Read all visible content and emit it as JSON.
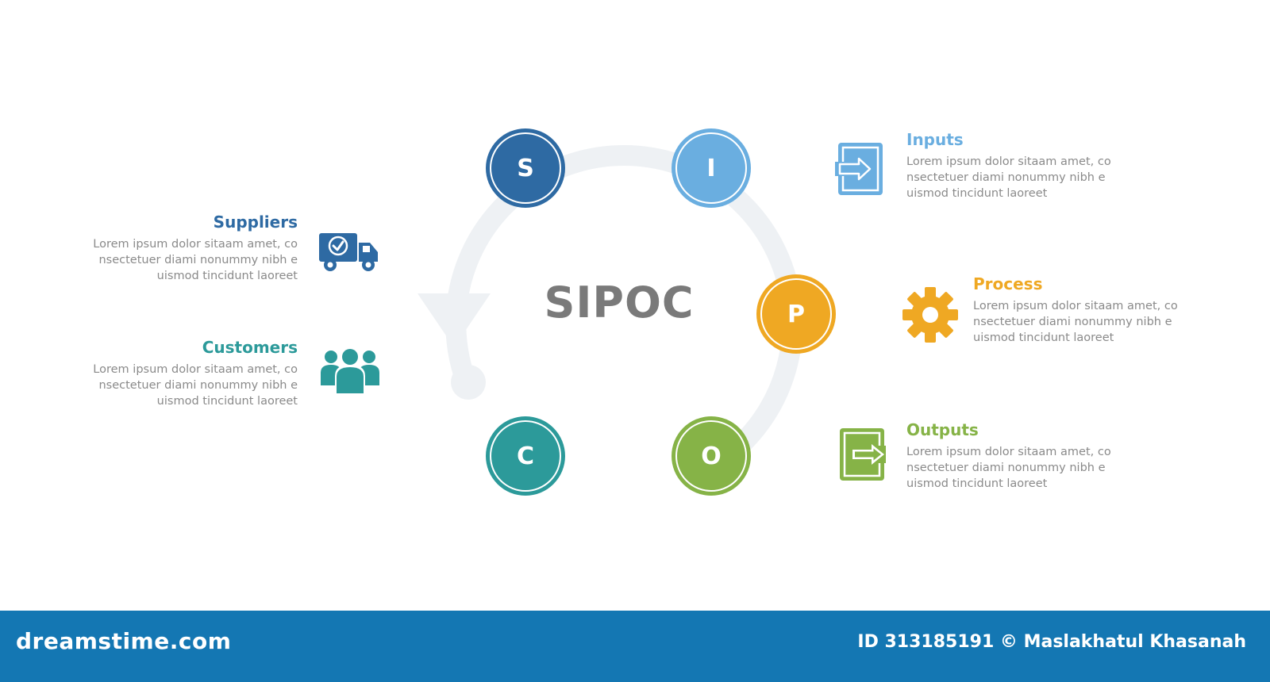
{
  "center_title": "SIPOC",
  "colors": {
    "suppliers": "#2e6aa3",
    "inputs": "#6aaee0",
    "process": "#efa823",
    "outputs": "#86b347",
    "customers": "#2c9a9a",
    "title_gray": "#7a7a7a",
    "desc_gray": "#8a8a8a",
    "cycle_gray": "#eef1f4",
    "footer_bg": "#1477b3"
  },
  "nodes": {
    "s": "S",
    "i": "I",
    "p": "P",
    "o": "O",
    "c": "C"
  },
  "blocks": {
    "suppliers": {
      "title": "Suppliers",
      "desc": "Lorem ipsum dolor sitaam amet, co\nnsectetuer diami nonummy  nibh e\nuismod tincidunt laoreet",
      "icon": "truck-check-icon"
    },
    "customers": {
      "title": "Customers",
      "desc": "Lorem ipsum dolor sitaam amet, co\nnsectetuer diami nonummy  nibh e\nuismod tincidunt laoreet",
      "icon": "people-group-icon"
    },
    "inputs": {
      "title": "Inputs",
      "desc": "Lorem ipsum dolor sitaam amet, co\nnsectetuer diami nonummy  nibh e\nuismod tincidunt laoreet",
      "icon": "login-arrow-icon"
    },
    "process": {
      "title": "Process",
      "desc": "Lorem ipsum dolor sitaam amet, co\nnsectetuer diami nonummy  nibh e\nuismod tincidunt laoreet",
      "icon": "gear-icon"
    },
    "outputs": {
      "title": "Outputs",
      "desc": "Lorem ipsum dolor sitaam amet, co\nnsectetuer diami nonummy  nibh e\nuismod tincidunt laoreet",
      "icon": "logout-arrow-icon"
    }
  },
  "footer": {
    "brand": "dreamstime.com",
    "credit": "ID 313185191 © Maslakhatul Khasanah"
  }
}
